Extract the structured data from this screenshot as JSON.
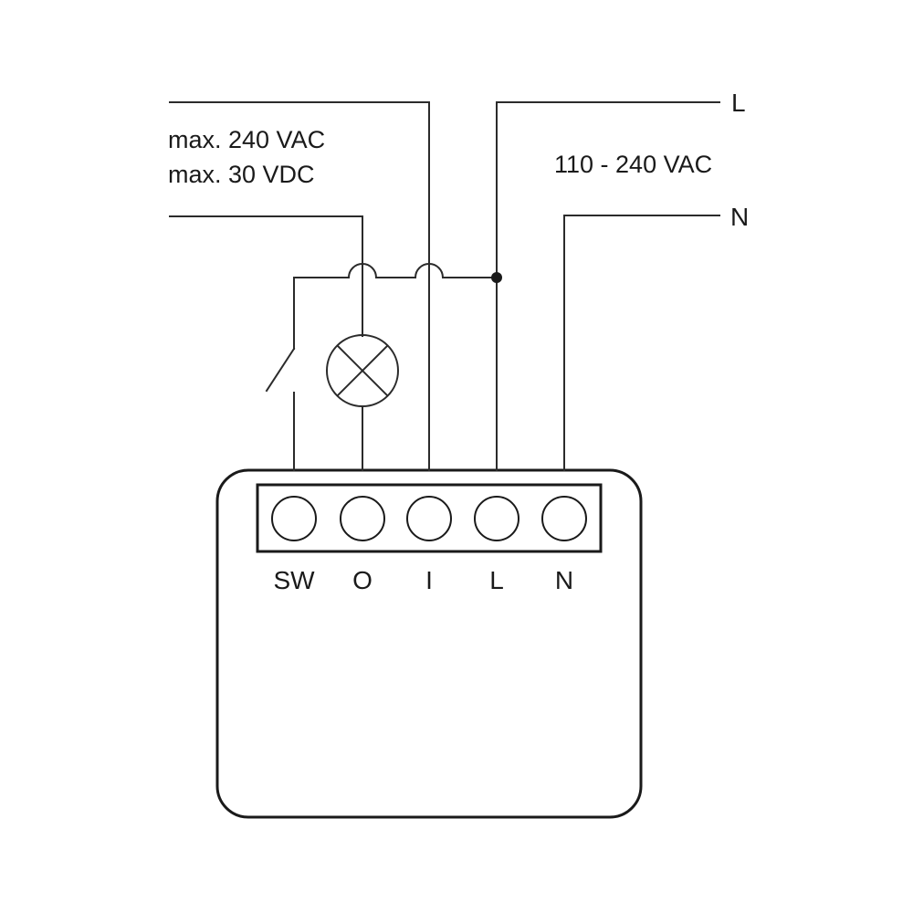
{
  "supply": {
    "line_label": "L",
    "neutral_label": "N",
    "voltage": "110 - 240 VAC"
  },
  "load": {
    "max_ac": "max. 240 VAC",
    "max_dc": "max. 30 VDC"
  },
  "terminals": {
    "sw": "SW",
    "o": "O",
    "i": "I",
    "l": "L",
    "n": "N"
  },
  "colors": {
    "line": "#1a1a1a",
    "background": "#ffffff"
  }
}
